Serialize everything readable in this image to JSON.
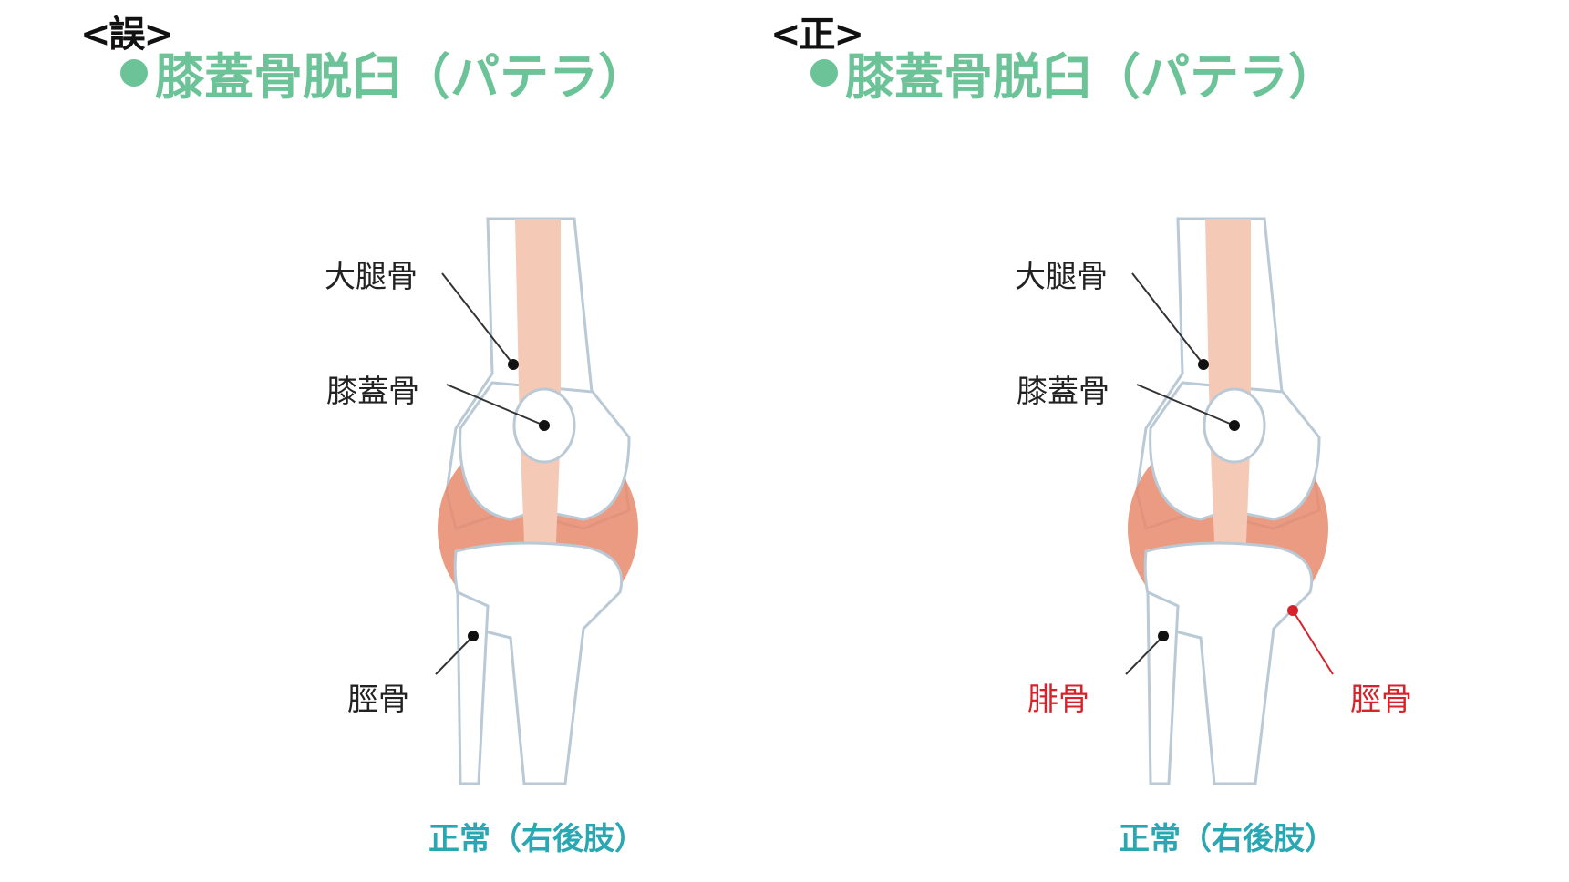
{
  "panels": [
    {
      "marker": "<誤>",
      "title": "膝蓋骨脱臼（パテラ）",
      "labels": {
        "femur": "大腿骨",
        "patella": "膝蓋骨",
        "lower": "脛骨"
      },
      "caption": "正常（右後肢）"
    },
    {
      "marker": "<正>",
      "title": "膝蓋骨脱臼（パテラ）",
      "labels": {
        "femur": "大腿骨",
        "patella": "膝蓋骨",
        "fibula": "腓骨",
        "tibia": "脛骨"
      },
      "caption": "正常（右後肢）"
    }
  ],
  "colors": {
    "title": "#6cc398",
    "caption": "#2aa7b2",
    "correction": "#d6232b",
    "tissue": "#e88a6c",
    "tendon": "#f4c9b6"
  }
}
